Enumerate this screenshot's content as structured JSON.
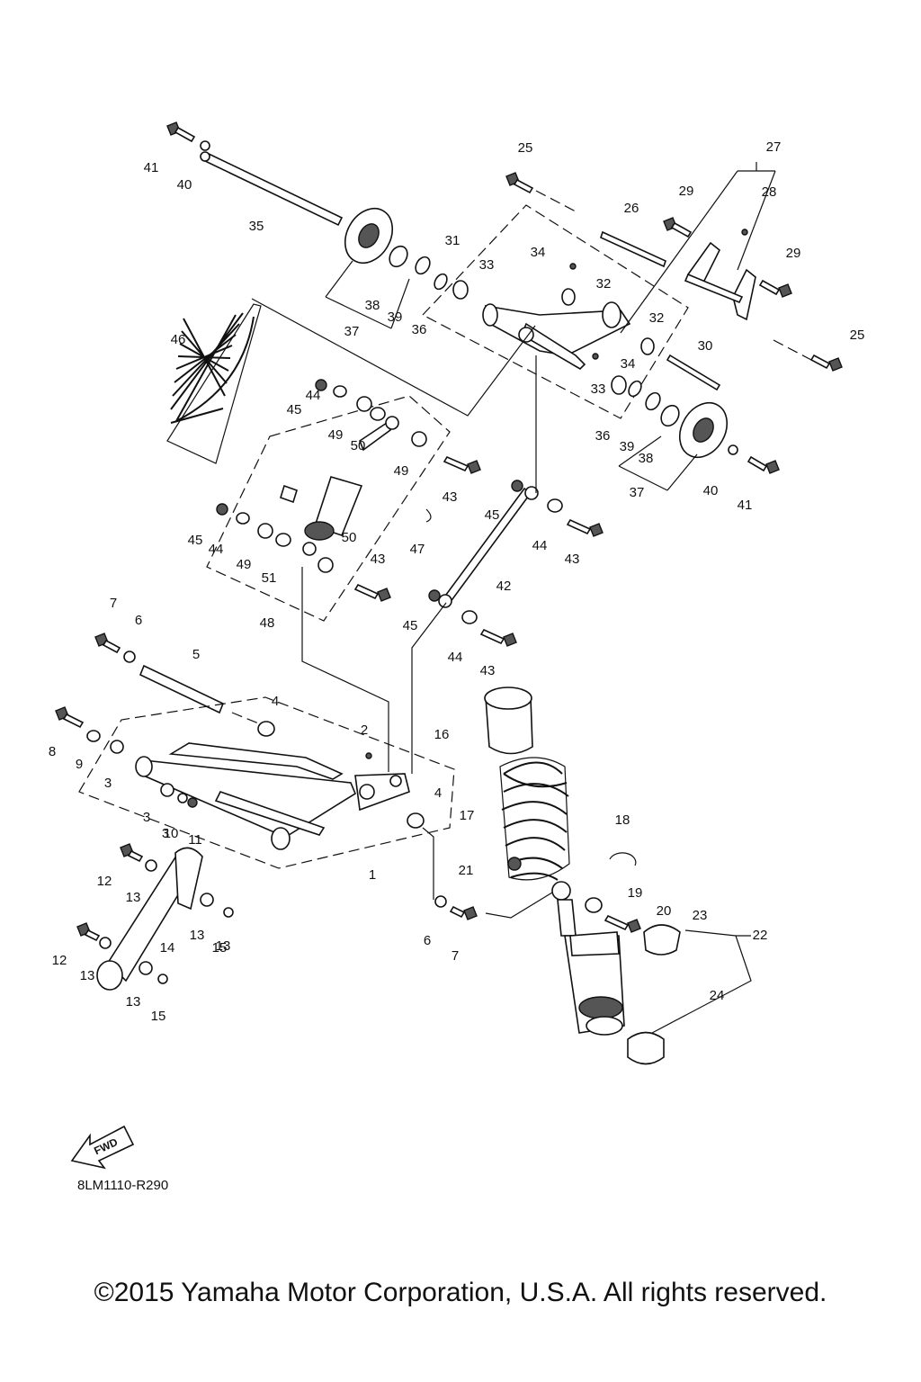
{
  "labels": [
    "1",
    "2",
    "3",
    "3",
    "3",
    "4",
    "4",
    "5",
    "6",
    "6",
    "7",
    "7",
    "8",
    "9",
    "10",
    "11",
    "12",
    "12",
    "13",
    "13",
    "13",
    "13",
    "13",
    "14",
    "15",
    "15",
    "16",
    "17",
    "18",
    "19",
    "20",
    "21",
    "22",
    "23",
    "24",
    "25",
    "25",
    "26",
    "27",
    "28",
    "29",
    "29",
    "30",
    "31",
    "32",
    "32",
    "33",
    "33",
    "34",
    "34",
    "35",
    "36",
    "36",
    "37",
    "37",
    "38",
    "38",
    "39",
    "39",
    "40",
    "40",
    "41",
    "41",
    "42",
    "43",
    "43",
    "43",
    "43",
    "44",
    "44",
    "44",
    "44",
    "45",
    "45",
    "45",
    "45",
    "46",
    "47",
    "48",
    "49",
    "49",
    "49",
    "50",
    "50",
    "51"
  ],
  "fwd_label": "FWD",
  "ref_code": "8LM1110-R290",
  "copyright": "©2015 Yamaha Motor Corporation, U.S.A. All rights reserved."
}
